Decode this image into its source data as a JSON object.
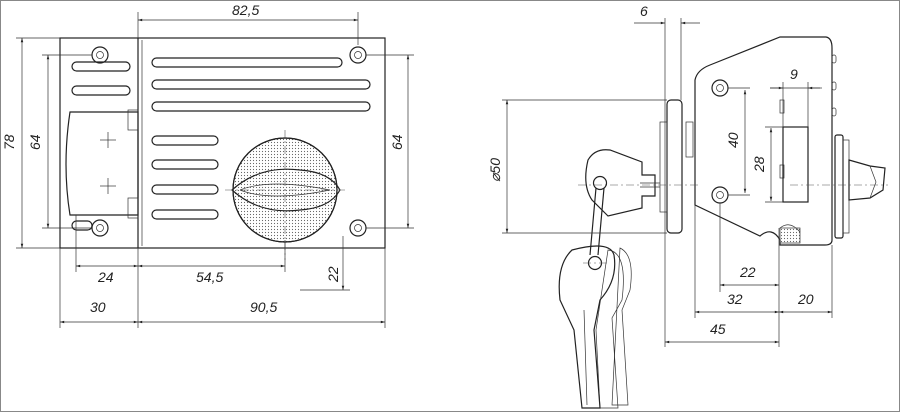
{
  "drawing": {
    "front_view": {
      "dimensions": {
        "width_between_holes_top": "82,5",
        "overall_height": "78",
        "hole_spacing_left": "64",
        "hole_spacing_right": "64",
        "latch_width": "24",
        "knob_offset": "54,5",
        "knob_height": "22",
        "left_plate_width": "30",
        "main_plate_width": "90,5"
      }
    },
    "side_view": {
      "dimensions": {
        "flange_thickness": "6",
        "bolt_width": "9",
        "hole_spacing": "40",
        "bolt_height": "28",
        "cylinder_diameter": "⌀50",
        "hole_to_bolt": "22",
        "body_depth": "32",
        "knob_depth": "20",
        "total_depth": "45"
      }
    }
  }
}
